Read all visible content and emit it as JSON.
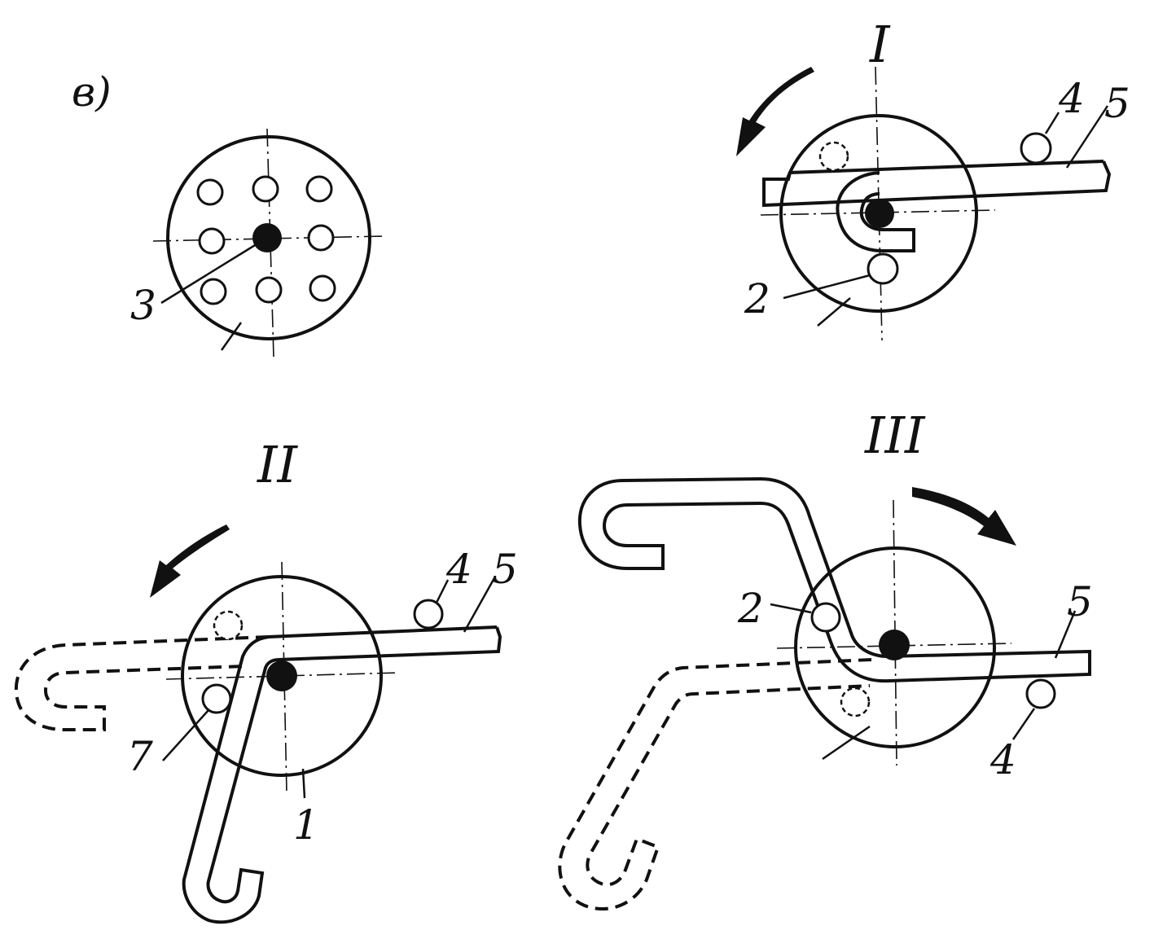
{
  "diagram": {
    "panel_letter": "в)",
    "stages": [
      "I",
      "II",
      "III"
    ],
    "callouts": {
      "a": {
        "hub": "3"
      },
      "stage_I": {
        "pin": "2",
        "roller": "4",
        "bar": "5"
      },
      "stage_II": {
        "roller": "4",
        "bar": "5",
        "pin": "7",
        "disk": "1"
      },
      "stage_III": {
        "pin": "2",
        "bar": "5",
        "roller": "4"
      }
    }
  }
}
